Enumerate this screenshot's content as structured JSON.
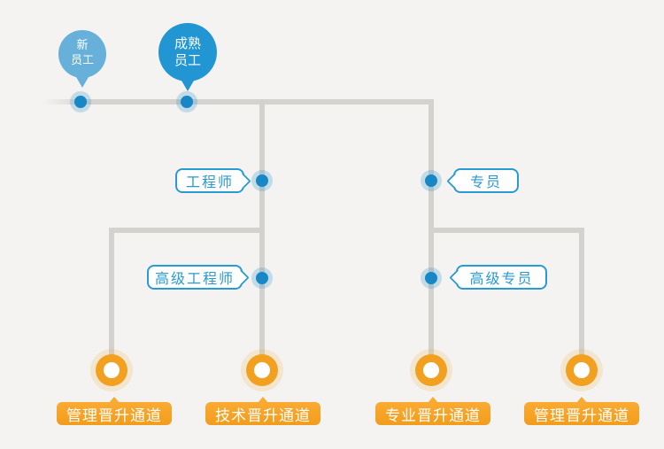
{
  "top_nodes": [
    {
      "id": "new-employee",
      "line1": "新",
      "line2": "员工"
    },
    {
      "id": "mature-employee",
      "line1": "成熟",
      "line2": "员工"
    }
  ],
  "levels": [
    {
      "id": "engineer",
      "label": "工程师"
    },
    {
      "id": "specialist",
      "label": "专员"
    },
    {
      "id": "senior-engineer",
      "label": "高级工程师"
    },
    {
      "id": "senior-specialist",
      "label": "高级专员"
    }
  ],
  "channels": [
    {
      "label": "管理晋升通道"
    },
    {
      "label": "技术晋升通道"
    },
    {
      "label": "专业晋升通道"
    },
    {
      "label": "管理晋升通道"
    }
  ],
  "colors": {
    "background": "#f4f3f1",
    "connector_line": "#d4d2cf",
    "node_new_blue": "#66b0da",
    "node_mature_blue": "#2196d3",
    "dot_blue": "#1787c6",
    "bubble_blue": "#2a9ad2",
    "ring_orange": "#f2a01f",
    "channel_orange": "#f7a22c"
  }
}
